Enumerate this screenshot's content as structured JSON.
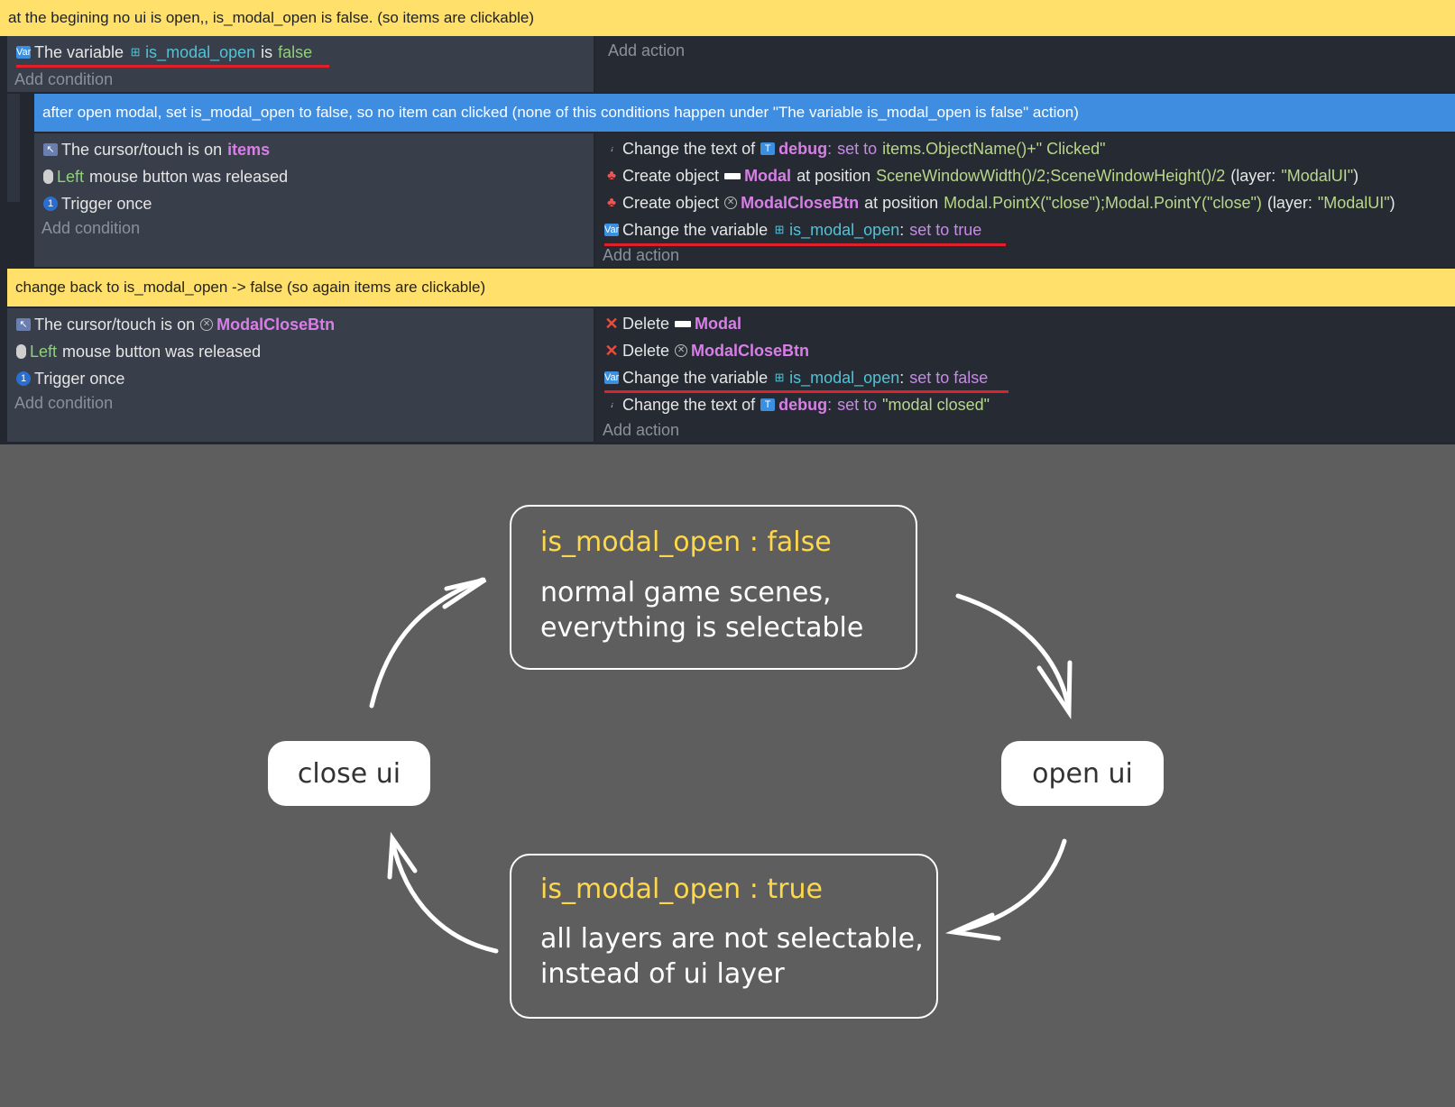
{
  "comments": {
    "c1": "at the begining no ui is open,, is_modal_open is false. (so items are clickable)",
    "c2": "after open modal, set is_modal_open to false, so no item can clicked (none of this conditions happen under \"The variable is_modal_open is false\" action)",
    "c3": "change back to is_modal_open -> false (so again items are clickable)"
  },
  "event1": {
    "cond1": {
      "pre": "The variable",
      "var": "is_modal_open",
      "mid": "is",
      "val": "false"
    },
    "add_condition": "Add condition",
    "add_action": "Add action"
  },
  "event2": {
    "cond1": {
      "text": "The cursor/touch is on",
      "obj": "items"
    },
    "cond2": {
      "left": "Left",
      "text": "mouse button was released"
    },
    "cond3": {
      "text": "Trigger once"
    },
    "add_condition": "Add condition",
    "act1": {
      "pre": "Change the text of",
      "obj": "debug",
      "colon": ":",
      "kw": "set to",
      "expr": "items.ObjectName()+\" Clicked\""
    },
    "act2": {
      "pre": "Create object",
      "obj": "Modal",
      "mid": "at position",
      "expr": "SceneWindowWidth()/2;SceneWindowHeight()/2",
      "layer_pre": "(layer:",
      "layer": "\"ModalUI\"",
      "layer_post": ")"
    },
    "act3": {
      "pre": "Create object",
      "obj": "ModalCloseBtn",
      "mid": "at position",
      "expr": "Modal.PointX(\"close\");Modal.PointY(\"close\")",
      "layer_pre": "(layer:",
      "layer": "\"ModalUI\"",
      "layer_post": ")"
    },
    "act4": {
      "pre": "Change the variable",
      "var": "is_modal_open",
      "colon": ":",
      "kw": "set to true"
    },
    "add_action": "Add action"
  },
  "event3": {
    "cond1": {
      "text": "The cursor/touch is on",
      "obj": "ModalCloseBtn"
    },
    "cond2": {
      "left": "Left",
      "text": "mouse button was released"
    },
    "cond3": {
      "text": "Trigger once"
    },
    "add_condition": "Add condition",
    "act1": {
      "pre": "Delete",
      "obj": "Modal"
    },
    "act2": {
      "pre": "Delete",
      "obj": "ModalCloseBtn"
    },
    "act3": {
      "pre": "Change the variable",
      "var": "is_modal_open",
      "colon": ":",
      "kw": "set to false"
    },
    "act4": {
      "pre": "Change the text of",
      "obj": "debug",
      "colon": ":",
      "kw": "set to",
      "expr": "\"modal closed\""
    },
    "add_action": "Add action"
  },
  "diagram": {
    "top_box": {
      "head": "is_modal_open : false",
      "line1": "normal game scenes,",
      "line2": "everything is selectable"
    },
    "bottom_box": {
      "head": "is_modal_open : true",
      "line1": "all layers are not selectable,",
      "line2": "instead of ui layer"
    },
    "left_pill": "close ui",
    "right_pill": "open ui"
  },
  "colors": {
    "yellow_comment": "#ffe06a",
    "blue_comment": "#3f8de0",
    "object": "#d77fe6",
    "variable": "#4fc3d8",
    "value": "#8fd07c",
    "underline": "#e0202a",
    "diagram_head": "#ffd84a"
  }
}
